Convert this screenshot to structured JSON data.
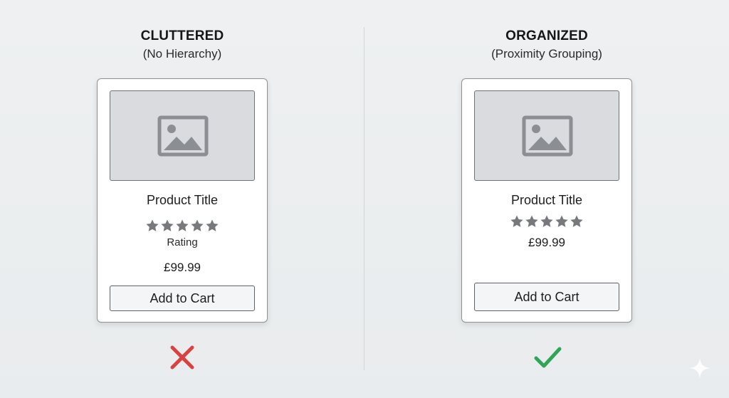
{
  "left": {
    "heading": "CLUTTERED",
    "subheading": "(No Hierarchy)",
    "card": {
      "title": "Product Title",
      "rating_stars": 5,
      "rating_label": "Rating",
      "price": "£99.99",
      "button_label": "Add to Cart"
    },
    "verdict": "cross",
    "verdict_color": "#d9423f"
  },
  "right": {
    "heading": "ORGANIZED",
    "subheading": "(Proximity Grouping)",
    "card": {
      "title": "Product Title",
      "rating_stars": 5,
      "price": "£99.99",
      "button_label": "Add to Cart"
    },
    "verdict": "check",
    "verdict_color": "#2fa55a"
  },
  "colors": {
    "star": "#77797c",
    "image_icon": "#8b8e92",
    "image_bg": "#d9dbde"
  },
  "icons": {
    "placeholder": "image-placeholder-icon",
    "star": "star-icon",
    "cross": "cross-icon",
    "check": "checkmark-icon",
    "sparkle": "sparkle-icon"
  }
}
